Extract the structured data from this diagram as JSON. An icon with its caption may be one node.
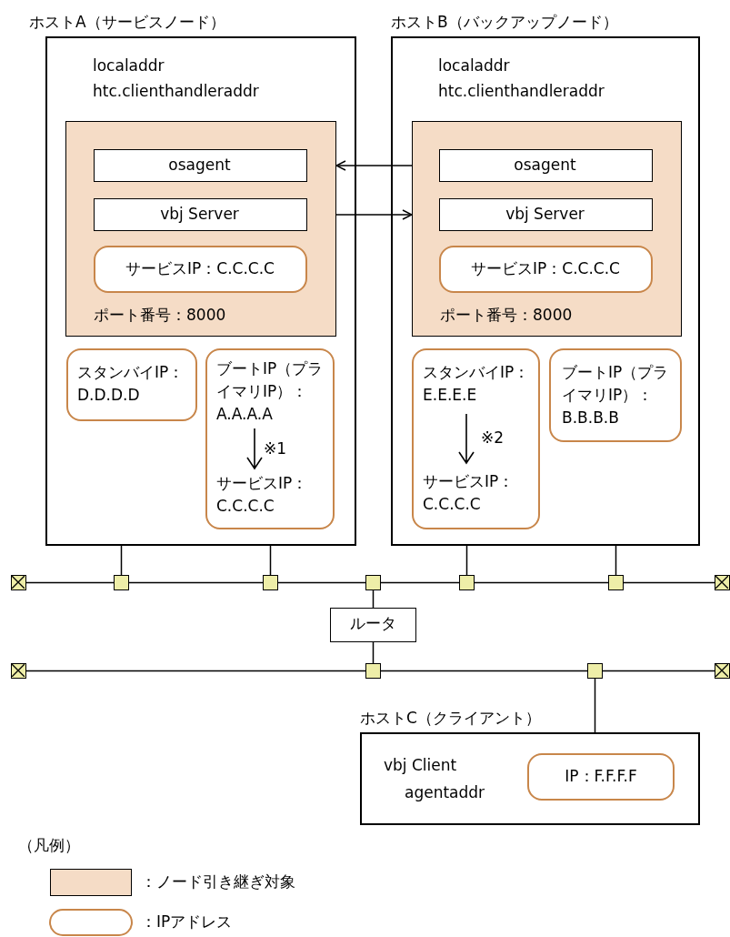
{
  "diagram": {
    "nodes": [
      {
        "text": [
          "ホストA（サービスノード）",
          "localaddr",
          "htc.clienthandleraddr"
        ]
      },
      {
        "text": [
          "ポート番号：8000"
        ],
        "in": 0
      },
      {
        "text": [
          "osagent"
        ],
        "in": 1
      },
      {
        "text": [
          "vbj Server"
        ],
        "in": 1
      },
      {
        "text": [
          "サービスIP：C.C.C.C"
        ],
        "in": 1
      },
      {
        "text": [
          "スタンバイIP：D.D.D.D"
        ],
        "in": 0
      },
      {
        "text": [
          "ブートIP（プライマリIP）：A.A.A.A",
          "※1",
          "サービスIP：C.C.C.C"
        ],
        "in": 0
      },
      {
        "text": [
          "ホストB（バックアップノード）",
          "localaddr",
          "htc.clienthandleraddr"
        ]
      },
      {
        "text": [
          "ポート番号：8000"
        ],
        "in": 7
      },
      {
        "text": [
          "osagent"
        ],
        "in": 8
      },
      {
        "text": [
          "vbj Server"
        ],
        "in": 8
      },
      {
        "text": [
          "サービスIP：C.C.C.C"
        ],
        "in": 8
      },
      {
        "text": [
          "スタンバイIP：E.E.E.E",
          "※2",
          "サービスIP：C.C.C.C"
        ],
        "in": 7
      },
      {
        "text": [
          "ブートIP（プライマリIP）：B.B.B.B"
        ],
        "in": 7
      },
      {
        "text": [
          "ルータ"
        ]
      },
      {
        "text": [
          "ホストC（クライアント）",
          "vbj Client",
          "agentaddr"
        ]
      },
      {
        "text": [
          "IP：F.F.F.F"
        ],
        "in": 15
      },
      {
        "text": [],
        "shape": "terminator"
      },
      {
        "text": [],
        "shape": "box"
      },
      {
        "text": [],
        "shape": "box"
      },
      {
        "text": [],
        "shape": "box"
      },
      {
        "text": [],
        "shape": "box"
      },
      {
        "text": [],
        "shape": "box"
      },
      {
        "text": [],
        "shape": "terminator"
      },
      {
        "text": [],
        "shape": "terminator"
      },
      {
        "text": [],
        "shape": "box"
      },
      {
        "text": [],
        "shape": "box"
      },
      {
        "text": [],
        "shape": "terminator"
      }
    ],
    "edges": [
      {
        "from": 8,
        "to": 1,
        "arrow": "to"
      },
      {
        "from": 1,
        "to": 8,
        "arrow": "to"
      },
      {
        "from": 0,
        "to": 18,
        "arrow": "none"
      },
      {
        "from": 0,
        "to": 19,
        "arrow": "none"
      },
      {
        "from": 7,
        "to": 21,
        "arrow": "none"
      },
      {
        "from": 7,
        "to": 22,
        "arrow": "none"
      },
      {
        "from": 20,
        "to": 14,
        "arrow": "none"
      },
      {
        "from": 14,
        "to": 25,
        "arrow": "none"
      },
      {
        "from": 26,
        "to": 15,
        "arrow": "none"
      },
      {
        "from": 17,
        "to": 18,
        "arrow": "none"
      },
      {
        "from": 18,
        "to": 19,
        "arrow": "none"
      },
      {
        "from": 19,
        "to": 20,
        "arrow": "none"
      },
      {
        "from": 20,
        "to": 21,
        "arrow": "none"
      },
      {
        "from": 21,
        "to": 22,
        "arrow": "none"
      },
      {
        "from": 22,
        "to": 23,
        "arrow": "none"
      },
      {
        "from": 24,
        "to": 25,
        "arrow": "none"
      },
      {
        "from": 25,
        "to": 26,
        "arrow": "none"
      },
      {
        "from": 26,
        "to": 27,
        "arrow": "none"
      }
    ],
    "labels": [
      "（凡例）"
    ],
    "legend": [
      {
        "text": "：ノード引き継ぎ対象",
        "color": "#f5dcc6"
      },
      {
        "text": "：IPアドレス"
      }
    ]
  }
}
